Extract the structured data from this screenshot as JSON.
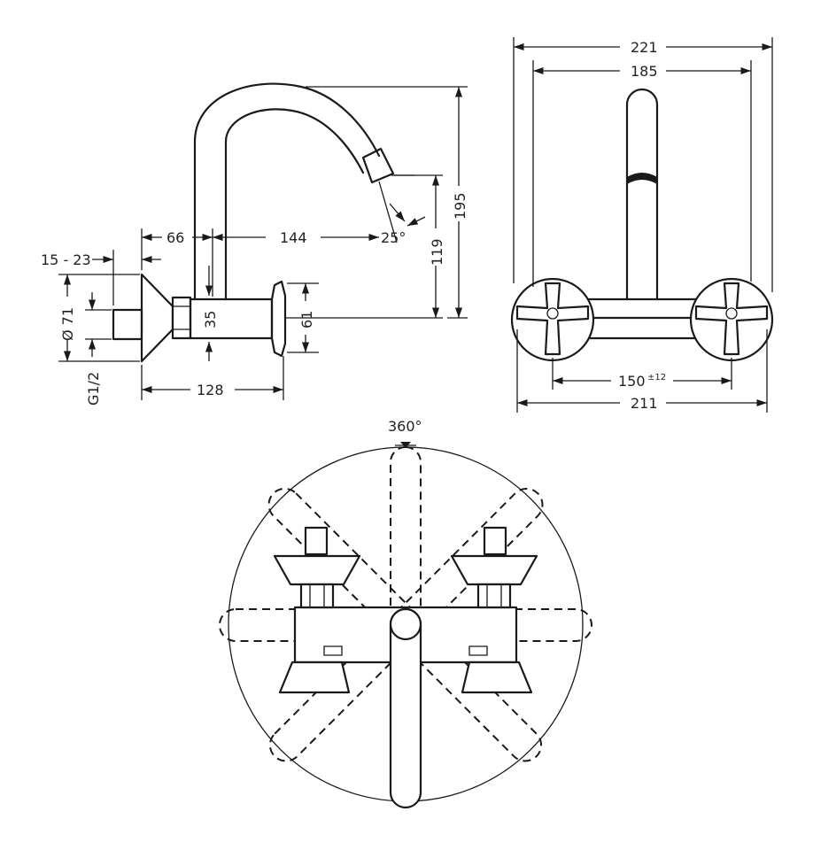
{
  "drawing": {
    "side_view": {
      "dims": {
        "d66": "66",
        "d144": "144",
        "d15_23": "15 - 23",
        "d71": "Ø 71",
        "d35": "35",
        "d61": "61",
        "d119": "119",
        "d195": "195",
        "d128": "128",
        "g12": "G1/2",
        "angle": "25°"
      }
    },
    "front_view": {
      "dims": {
        "d221": "221",
        "d185": "185",
        "d150": "150",
        "d150_tol": "±12",
        "d211": "211"
      }
    },
    "top_view": {
      "rotation": "360°"
    }
  }
}
